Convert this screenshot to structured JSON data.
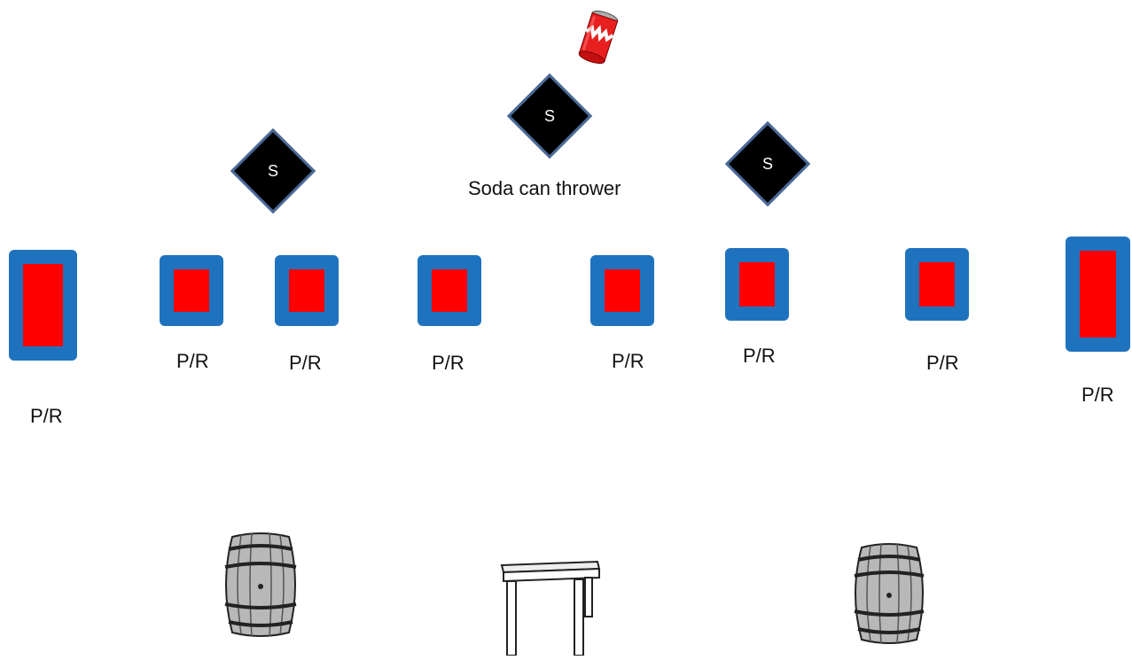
{
  "props": {
    "can_icon": "soda-can-icon",
    "barrel_icon": "barrel-icon",
    "table_icon": "table-icon"
  },
  "shooter_caption": "Soda can thrower",
  "shooters": [
    {
      "label": "S"
    },
    {
      "label": "S"
    },
    {
      "label": "S"
    }
  ],
  "targets": [
    {
      "label": "P/R"
    },
    {
      "label": "P/R"
    },
    {
      "label": "P/R"
    },
    {
      "label": "P/R"
    },
    {
      "label": "P/R"
    },
    {
      "label": "P/R"
    },
    {
      "label": "P/R"
    },
    {
      "label": "P/R"
    }
  ],
  "colors": {
    "target_border": "#1f73be",
    "target_fill": "#ff0000",
    "shooter_fill": "#000000",
    "shooter_border": "#4a6a9a"
  }
}
